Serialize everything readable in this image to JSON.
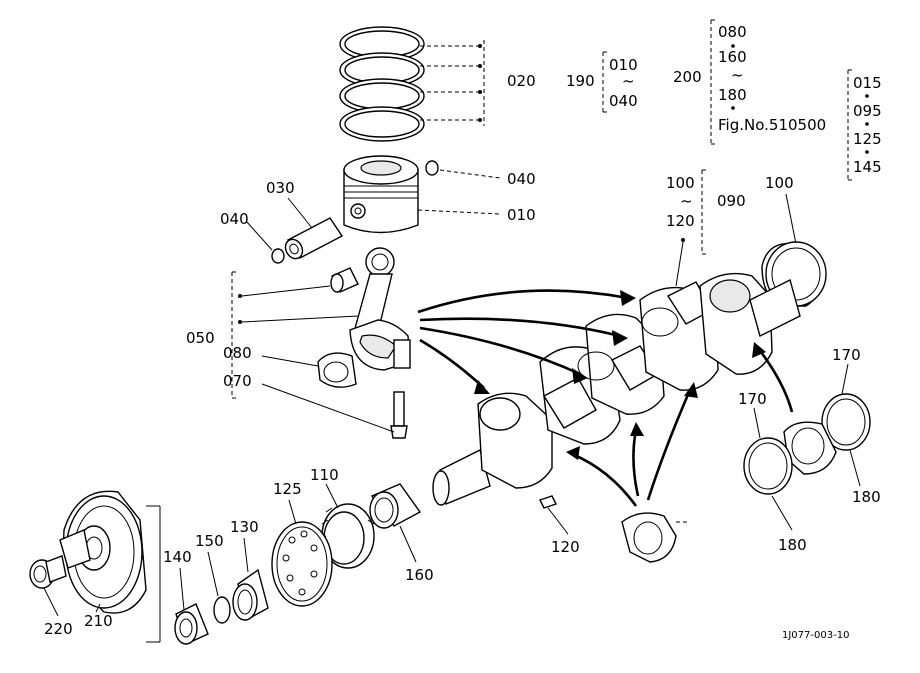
{
  "labels": {
    "l020": "020",
    "l010": "010",
    "l040a": "040",
    "l040b": "040",
    "l030": "030",
    "l050": "050",
    "l080": "080",
    "l070": "070",
    "l190": "190",
    "l190_top": "010",
    "l190_tilde": "~",
    "l190_bot": "040",
    "l200": "200",
    "l200_a": "080",
    "l200_b": "160",
    "l200_tilde": "~",
    "l200_c": "180",
    "fig": "Fig.No.510500",
    "r_a": "015",
    "r_b": "095",
    "r_c": "125",
    "r_d": "145",
    "l100a": "100",
    "l100_tilde": "~",
    "l120a": "120",
    "l090": "090",
    "l100b": "100",
    "l170a": "170",
    "l170b": "170",
    "l180a": "180",
    "l180b": "180",
    "l120b": "120",
    "l160": "160",
    "l110": "110",
    "l125": "125",
    "l130": "130",
    "l150": "150",
    "l140": "140",
    "l210": "210",
    "l220": "220",
    "code": "1J077-003-10"
  },
  "colors": {
    "ink": "#000000",
    "paper": "#ffffff"
  }
}
